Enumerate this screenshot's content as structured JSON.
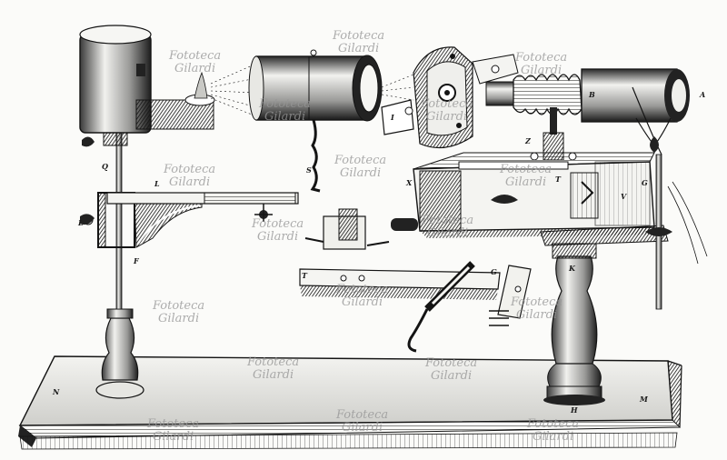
{
  "watermark": {
    "line1": "Fototeca",
    "line2": "Gilardi"
  },
  "figure_letters": {
    "A": "A",
    "B": "B",
    "E": "E",
    "F": "F",
    "G": "G",
    "H": "H",
    "I": "I",
    "K": "K",
    "L": "L",
    "M": "M",
    "N": "N",
    "Q": "Q",
    "S": "S",
    "T": "T",
    "V": "V",
    "X": "X",
    "Z": "Z"
  },
  "colors": {
    "ink": "#141414",
    "paper": "#fbfbf9",
    "watermark": "#969696"
  }
}
